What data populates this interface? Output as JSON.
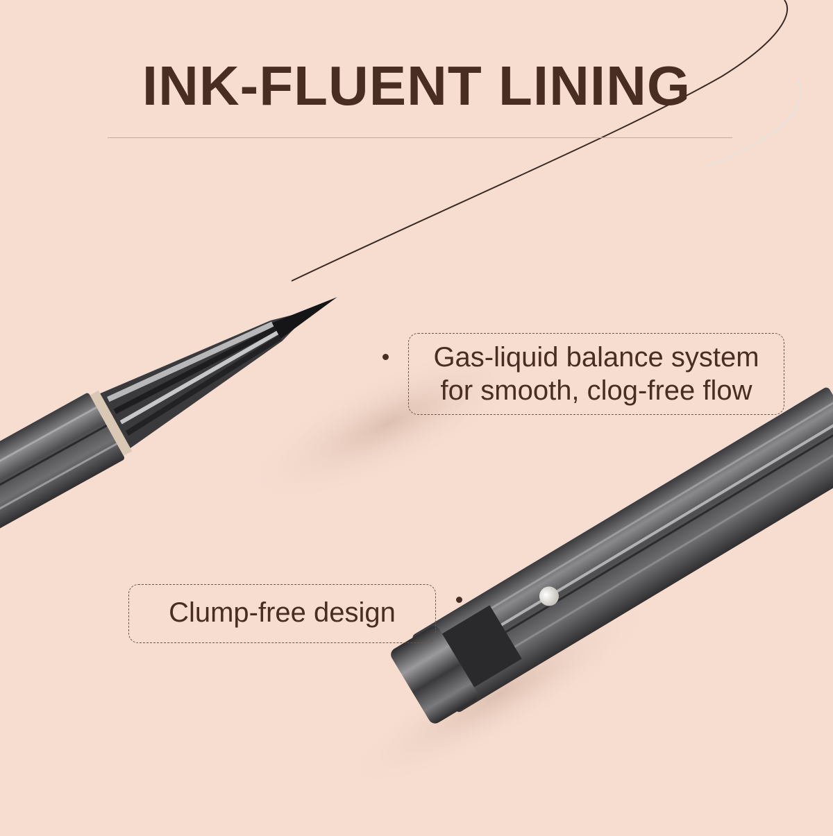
{
  "title": "INK-FLUENT LINING",
  "callouts": [
    {
      "line1": "Gas-liquid balance system",
      "line2": "for smooth, clog-free flow"
    },
    {
      "text": "Clump-free design"
    }
  ],
  "colors": {
    "background": "#f6ddd0",
    "title": "#4a2d22",
    "pen_body": "#5b5b5d",
    "pen_dark": "#2a2a2c"
  }
}
